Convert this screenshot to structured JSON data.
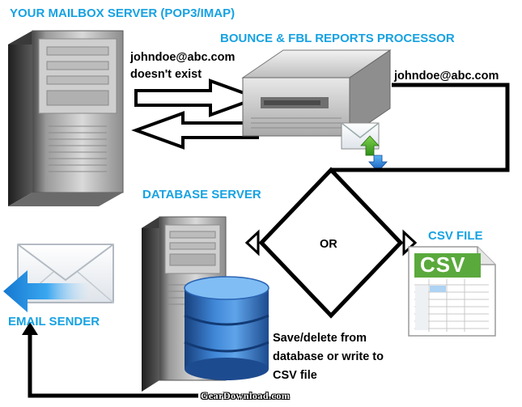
{
  "labels": {
    "mailbox_server": "YOUR MAILBOX SERVER (POP3/IMAP)",
    "bounce_processor": "BOUNCE & FBL REPORTS PROCESSOR",
    "database_server": "DATABASE SERVER",
    "csv_file": "CSV FILE",
    "email_sender": "EMAIL SENDER",
    "or": "OR"
  },
  "messages": {
    "doesnt_exist_line1": "johndoe@abc.com",
    "doesnt_exist_line2": "doesn't exist",
    "bounce_address": "johndoe@abc.com",
    "save_line1": "Save/delete from",
    "save_line2": "database  or write to",
    "save_line3": "CSV file"
  },
  "csv_icon_text": "CSV",
  "watermark": "GearDownload.com",
  "colors": {
    "label_blue": "#17a2e2",
    "csv_green": "#5aa93c",
    "db_blue": "#2a63b4",
    "arrow_blue": "#1e8fe0"
  },
  "icons": {
    "mailbox_server": "tower-server-icon",
    "bounce_processor": "rack-server-icon",
    "database_server": "database-server-icon",
    "csv_file": "spreadsheet-file-icon",
    "email_sender": "envelope-send-icon"
  }
}
